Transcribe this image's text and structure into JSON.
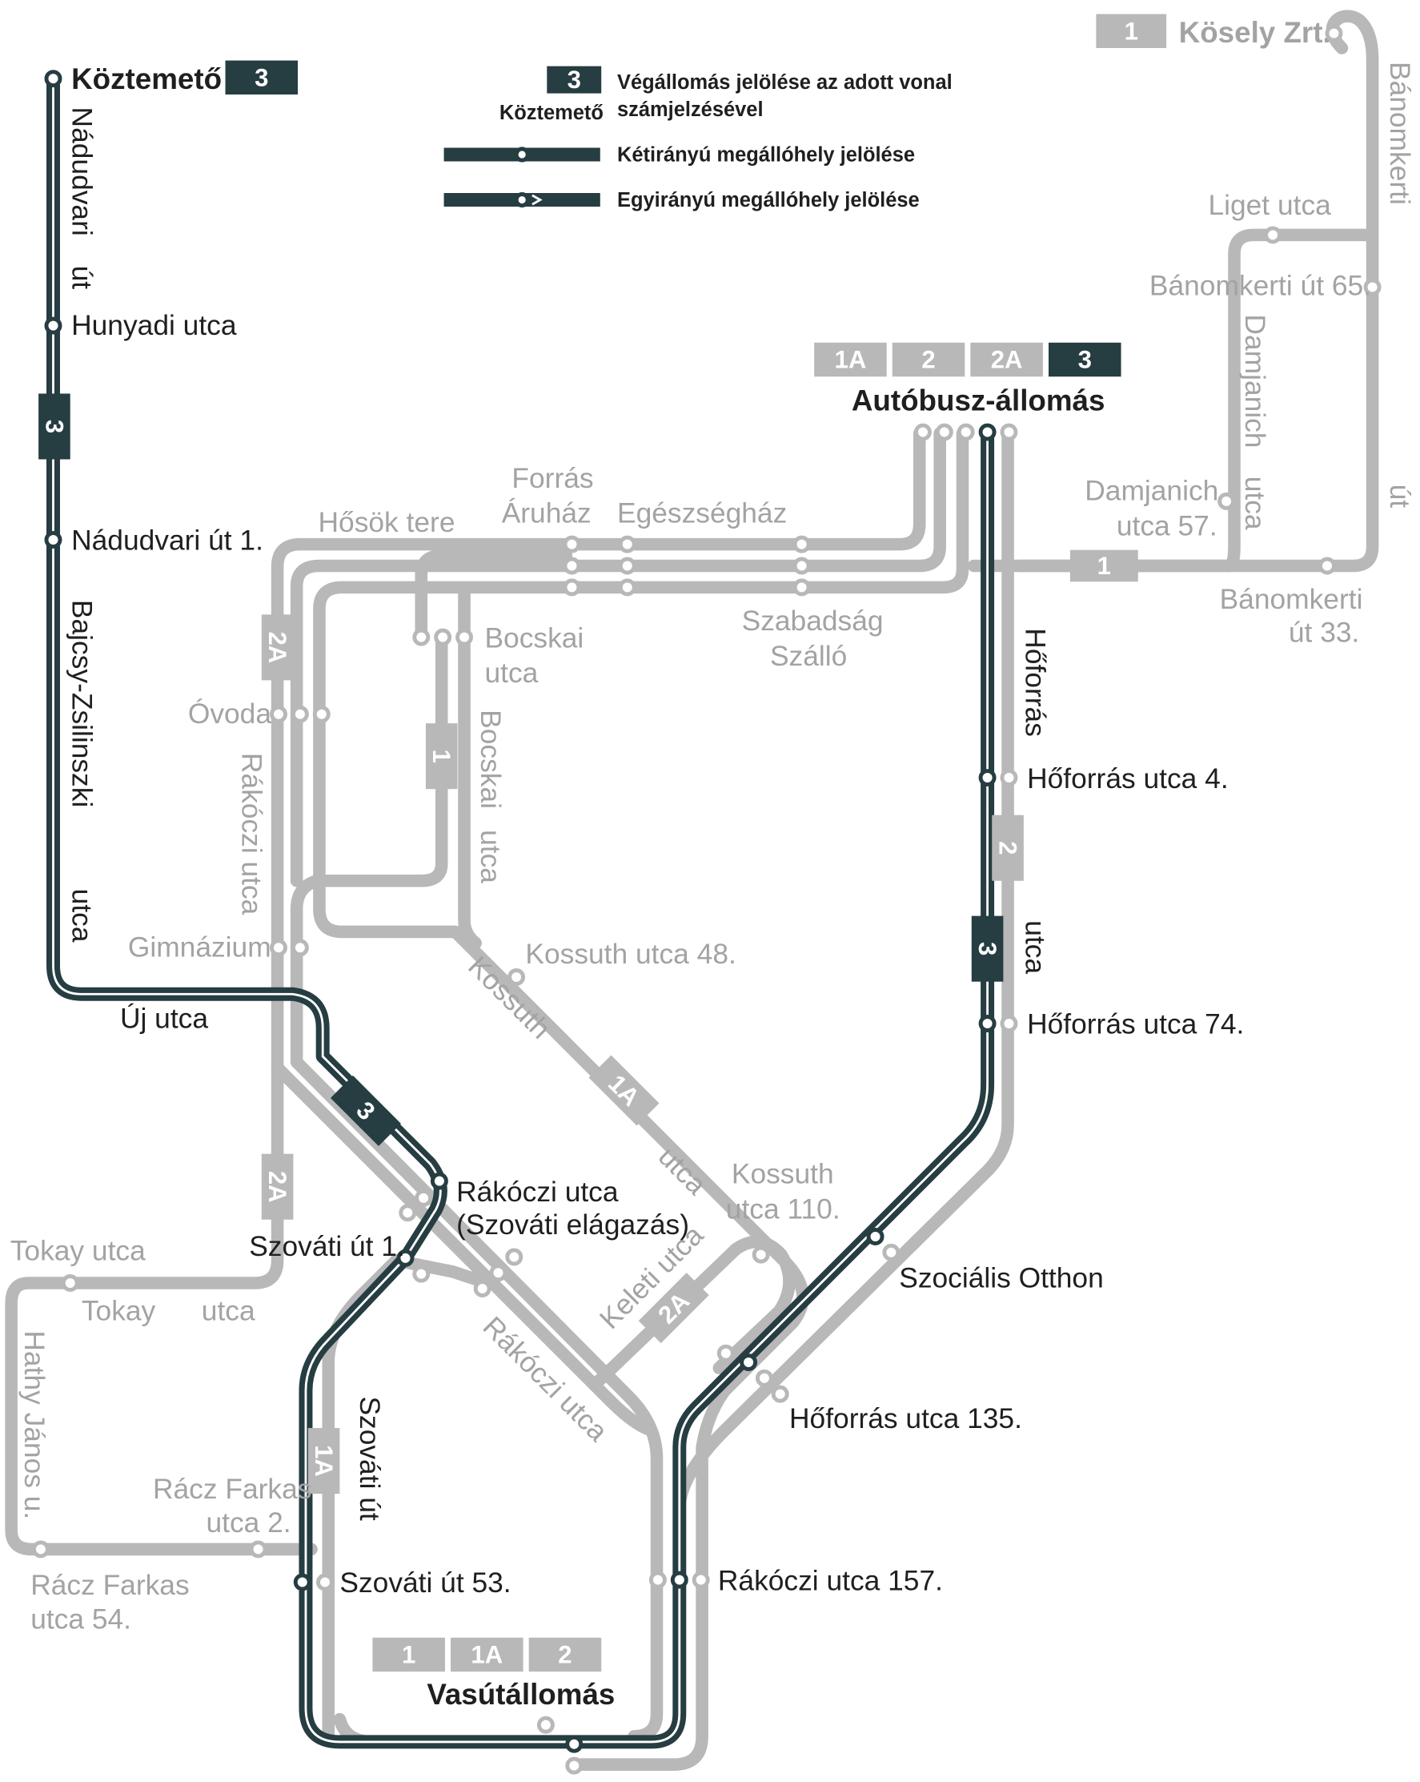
{
  "colors": {
    "dark_line": "#263d42",
    "grey_line": "#b8b8b8",
    "grey_text": "#a3a3a3"
  },
  "legend": {
    "terminal_badge": "3",
    "terminal_example": "Köztemető",
    "terminal_desc": [
      "Végállomás jelölése az adott vonal",
      "számjelzésével"
    ],
    "bidirectional": "Kétirányú megállóhely jelölése",
    "unidirectional": "Egyirányú megállóhely jelölése"
  },
  "terminals": {
    "koztemeto": {
      "name": "Köztemető",
      "routes": [
        "3"
      ]
    },
    "kosely": {
      "name": "Kösely Zrt.",
      "routes": [
        "1"
      ]
    },
    "autobusz": {
      "name": "Autóbusz-állomás",
      "routes": [
        "1A",
        "2",
        "2A",
        "3"
      ]
    },
    "vasut": {
      "name": "Vasútállomás",
      "routes": [
        "1",
        "1A",
        "2"
      ]
    }
  },
  "dark_stops": {
    "hunyadi": "Hunyadi utca",
    "nadudvari1": "Nádudvari út 1.",
    "rakoczi": [
      "Rákóczi utca",
      "(Szováti elágazás)"
    ],
    "szovati1": "Szováti út 1.",
    "szovati53": "Szováti út 53.",
    "rakoczi157": "Rákóczi utca 157.",
    "hoforras135": "Hőforrás utca 135.",
    "szocialis": "Szociális Otthon",
    "hoforras74": "Hőforrás utca 74.",
    "hoforras4": "Hőforrás utca 4."
  },
  "grey_stops": {
    "liget": "Liget utca",
    "banomkerti65": "Bánomkerti út 65.",
    "damjanich57": [
      "Damjanich",
      "utca 57."
    ],
    "banomkerti33": [
      "Bánomkerti",
      "út 33."
    ],
    "forras": [
      "Forrás",
      "Áruház"
    ],
    "egeszseghaz": "Egészségház",
    "hosok": "Hősök tere",
    "bocskai": [
      "Bocskai",
      "utca"
    ],
    "szabadsag": [
      "Szabadság",
      "Szálló"
    ],
    "ovoda": "Óvoda",
    "gimnazium": "Gimnázium",
    "kossuth48": "Kossuth utca 48.",
    "kossuth110": [
      "Kossuth",
      "utca 110."
    ],
    "tokay": "Tokay utca",
    "racz2": [
      "Rácz Farkas",
      "utca 2."
    ],
    "racz54": [
      "Rácz Farkas",
      "utca 54."
    ]
  },
  "streets": {
    "nadudvari": [
      "Nádudvari",
      "út"
    ],
    "bajcsy": [
      "Bajcsy-Zsilinszki",
      "utca"
    ],
    "uj": "Új utca",
    "banomkerti": [
      "Bánomkerti",
      "út"
    ],
    "damjanich": [
      "Damjanich",
      "utca"
    ],
    "hoforras": [
      "Hőforrás",
      "utca"
    ],
    "bocskai": [
      "Bocskai",
      "utca"
    ],
    "rakoczi_v": "Rákóczi utca",
    "kossuth": [
      "Kossuth",
      "utca"
    ],
    "keleti": "Keleti utca",
    "rakoczi_d": "Rákóczi utca",
    "szovati": "Szováti út",
    "hathy": "Hathy János u.",
    "tokay": [
      "Tokay",
      "utca"
    ]
  },
  "line_badges": {
    "b3_left": "3",
    "b2a_top": "2A",
    "b1_bocskai": "1",
    "b1_banom": "1",
    "b2_hof": "2",
    "b3_hof": "3",
    "b1a_kossuth": "1A",
    "b3_diag": "3",
    "b2a_keleti": "2A",
    "b2a_low": "2A",
    "b1a_szov": "1A"
  }
}
